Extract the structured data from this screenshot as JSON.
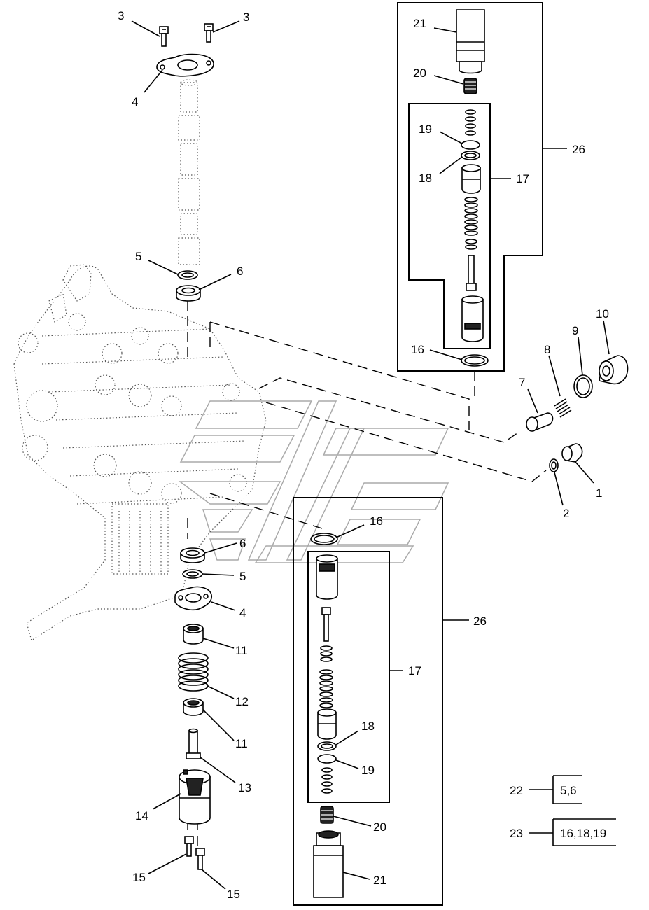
{
  "diagram": {
    "callouts": [
      {
        "id": "c3a",
        "label": "3"
      },
      {
        "id": "c3b",
        "label": "3"
      },
      {
        "id": "c4a",
        "label": "4"
      },
      {
        "id": "c5a",
        "label": "5"
      },
      {
        "id": "c6a",
        "label": "6"
      },
      {
        "id": "c21a",
        "label": "21"
      },
      {
        "id": "c20a",
        "label": "20"
      },
      {
        "id": "c19a",
        "label": "19"
      },
      {
        "id": "c18a",
        "label": "18"
      },
      {
        "id": "c17a",
        "label": "17"
      },
      {
        "id": "c26a",
        "label": "26"
      },
      {
        "id": "c16a",
        "label": "16"
      },
      {
        "id": "c10",
        "label": "10"
      },
      {
        "id": "c9",
        "label": "9"
      },
      {
        "id": "c8",
        "label": "8"
      },
      {
        "id": "c7",
        "label": "7"
      },
      {
        "id": "c1",
        "label": "1"
      },
      {
        "id": "c2",
        "label": "2"
      },
      {
        "id": "c16b",
        "label": "16"
      },
      {
        "id": "c6b",
        "label": "6"
      },
      {
        "id": "c5b",
        "label": "5"
      },
      {
        "id": "c4b",
        "label": "4"
      },
      {
        "id": "c11a",
        "label": "11"
      },
      {
        "id": "c12",
        "label": "12"
      },
      {
        "id": "c11b",
        "label": "11"
      },
      {
        "id": "c13",
        "label": "13"
      },
      {
        "id": "c14",
        "label": "14"
      },
      {
        "id": "c15a",
        "label": "15"
      },
      {
        "id": "c15b",
        "label": "15"
      },
      {
        "id": "c26b",
        "label": "26"
      },
      {
        "id": "c17b",
        "label": "17"
      },
      {
        "id": "c18b",
        "label": "18"
      },
      {
        "id": "c19b",
        "label": "19"
      },
      {
        "id": "c20b",
        "label": "20"
      },
      {
        "id": "c21b",
        "label": "21"
      }
    ],
    "kits": [
      {
        "id": "k22",
        "label": "22",
        "contents": "5,6"
      },
      {
        "id": "k23",
        "label": "23",
        "contents": "16,18,19"
      }
    ]
  }
}
